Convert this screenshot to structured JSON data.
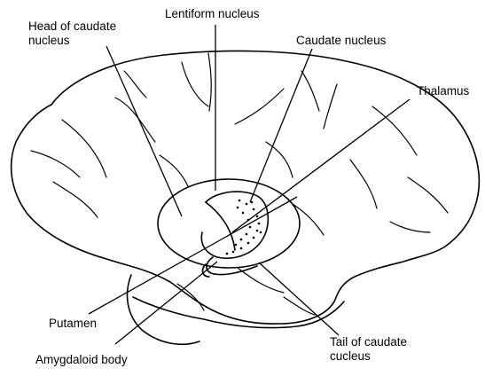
{
  "diagram": {
    "labels": {
      "head_of_caudate": "Head of caudate nucleus",
      "lentiform": "Lentiform nucleus",
      "caudate": "Caudate nucleus",
      "thalamus": "Thalamus",
      "putamen": "Putamen",
      "amygdaloid": "Amygdaloid body",
      "tail_of_caudate": "Tail of caudate cucleus"
    }
  }
}
